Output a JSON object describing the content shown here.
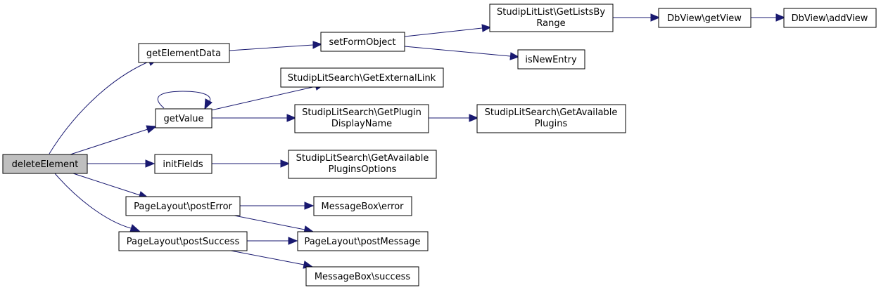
{
  "colors": {
    "edge": "#191970",
    "root_fill": "#bfbfbf",
    "node_fill": "#ffffff",
    "border": "#000000"
  },
  "nodes": {
    "deleteElement": {
      "lines": [
        "deleteElement"
      ]
    },
    "getElementData": {
      "lines": [
        "getElementData"
      ]
    },
    "getValue": {
      "lines": [
        "getValue"
      ]
    },
    "initFields": {
      "lines": [
        "initFields"
      ]
    },
    "postError": {
      "lines": [
        "PageLayout\\postError"
      ]
    },
    "postSuccess": {
      "lines": [
        "PageLayout\\postSuccess"
      ]
    },
    "setFormObject": {
      "lines": [
        "setFormObject"
      ]
    },
    "getExternalLink": {
      "lines": [
        "StudipLitSearch\\GetExternalLink"
      ]
    },
    "getPluginDisplayName": {
      "lines": [
        "StudipLitSearch\\GetPlugin",
        "DisplayName"
      ]
    },
    "getAvailablePluginsOptions": {
      "lines": [
        "StudipLitSearch\\GetAvailable",
        "PluginsOptions"
      ]
    },
    "messageBoxError": {
      "lines": [
        "MessageBox\\error"
      ]
    },
    "postMessage": {
      "lines": [
        "PageLayout\\postMessage"
      ]
    },
    "messageBoxSuccess": {
      "lines": [
        "MessageBox\\success"
      ]
    },
    "getListsByRange": {
      "lines": [
        "StudipLitList\\GetListsBy",
        "Range"
      ]
    },
    "isNewEntry": {
      "lines": [
        "isNewEntry"
      ]
    },
    "getAvailablePlugins": {
      "lines": [
        "StudipLitSearch\\GetAvailable",
        "Plugins"
      ]
    },
    "getView": {
      "lines": [
        "DbView\\getView"
      ]
    },
    "addView": {
      "lines": [
        "DbView\\addView"
      ]
    }
  },
  "edges": [
    [
      "deleteElement",
      "getElementData"
    ],
    [
      "deleteElement",
      "getValue"
    ],
    [
      "deleteElement",
      "initFields"
    ],
    [
      "deleteElement",
      "postError"
    ],
    [
      "deleteElement",
      "postSuccess"
    ],
    [
      "getElementData",
      "setFormObject"
    ],
    [
      "setFormObject",
      "getListsByRange"
    ],
    [
      "setFormObject",
      "isNewEntry"
    ],
    [
      "getListsByRange",
      "getView"
    ],
    [
      "getView",
      "addView"
    ],
    [
      "getValue",
      "getValue"
    ],
    [
      "getValue",
      "getExternalLink"
    ],
    [
      "getValue",
      "getPluginDisplayName"
    ],
    [
      "getPluginDisplayName",
      "getAvailablePlugins"
    ],
    [
      "initFields",
      "getAvailablePluginsOptions"
    ],
    [
      "postError",
      "messageBoxError"
    ],
    [
      "postError",
      "postMessage"
    ],
    [
      "postSuccess",
      "postMessage"
    ],
    [
      "postSuccess",
      "messageBoxSuccess"
    ]
  ]
}
